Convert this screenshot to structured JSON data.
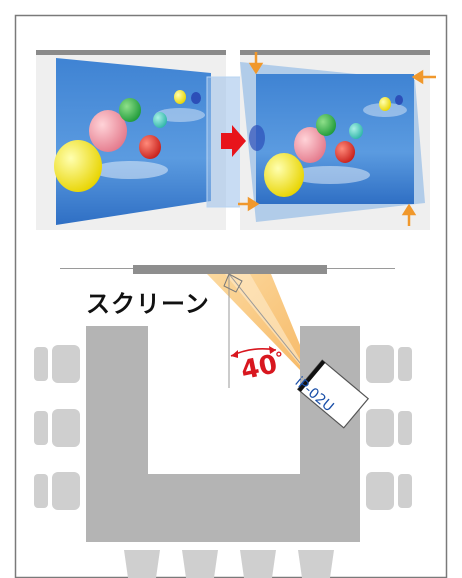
{
  "labels": {
    "screen": "スクリーン",
    "angle": "40",
    "angle_unit": "°",
    "projector_model": "iP-02U"
  },
  "icons": {
    "arrow": "red-arrow-icon",
    "balloon": "balloon-icon",
    "chair": "chair-icon"
  },
  "colors": {
    "sky": "#2f73c9",
    "accent_red": "#e8141b",
    "orange": "#f0982c",
    "table": "#b4b4b4",
    "projector_text": "#1a4fa8"
  }
}
